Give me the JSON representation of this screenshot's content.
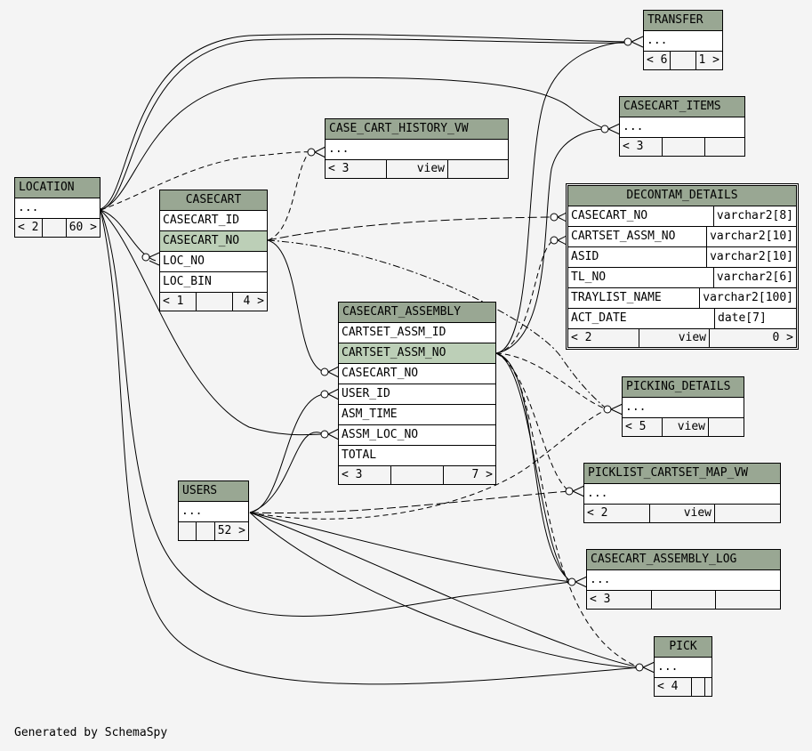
{
  "footer_text": "Generated by SchemaSpy",
  "tables": {
    "location": {
      "name": "LOCATION",
      "ellipsis": "...",
      "parents": "< 2",
      "children": "60 >"
    },
    "casecart": {
      "name": "CASECART",
      "columns": [
        "CASECART_ID",
        "CASECART_NO",
        "LOC_NO",
        "LOC_BIN"
      ],
      "parents": "< 1",
      "children": "4 >"
    },
    "case_cart_history_vw": {
      "name": "CASE_CART_HISTORY_VW",
      "ellipsis": "...",
      "parents": "< 3",
      "type": "view"
    },
    "transfer": {
      "name": "TRANSFER",
      "ellipsis": "...",
      "parents": "< 6",
      "children": "1 >"
    },
    "casecart_items": {
      "name": "CASECART_ITEMS",
      "ellipsis": "...",
      "parents": "< 3"
    },
    "decontam_details": {
      "name": "DECONTAM_DETAILS",
      "columns": [
        {
          "name": "CASECART_NO",
          "type": "varchar2[8]"
        },
        {
          "name": "CARTSET_ASSM_NO",
          "type": "varchar2[10]"
        },
        {
          "name": "ASID",
          "type": "varchar2[10]"
        },
        {
          "name": "TL_NO",
          "type": "varchar2[6]"
        },
        {
          "name": "TRAYLIST_NAME",
          "type": "varchar2[100]"
        },
        {
          "name": "ACT_DATE",
          "type": "date[7]"
        }
      ],
      "parents": "< 2",
      "type": "view",
      "children": "0 >"
    },
    "casecart_assembly": {
      "name": "CASECART_ASSEMBLY",
      "columns": [
        "CARTSET_ASSM_ID",
        "CARTSET_ASSM_NO",
        "CASECART_NO",
        "USER_ID",
        "ASM_TIME",
        "ASSM_LOC_NO",
        "TOTAL"
      ],
      "parents": "< 3",
      "children": "7 >"
    },
    "picking_details": {
      "name": "PICKING_DETAILS",
      "ellipsis": "...",
      "parents": "< 5",
      "type": "view"
    },
    "picklist_cartset_map_vw": {
      "name": "PICKLIST_CARTSET_MAP_VW",
      "ellipsis": "...",
      "parents": "< 2",
      "type": "view"
    },
    "users": {
      "name": "USERS",
      "ellipsis": "...",
      "children": "52 >"
    },
    "casecart_assembly_log": {
      "name": "CASECART_ASSEMBLY_LOG",
      "ellipsis": "...",
      "parents": "< 3"
    },
    "pick": {
      "name": "PICK",
      "ellipsis": "...",
      "parents": "< 4"
    }
  }
}
